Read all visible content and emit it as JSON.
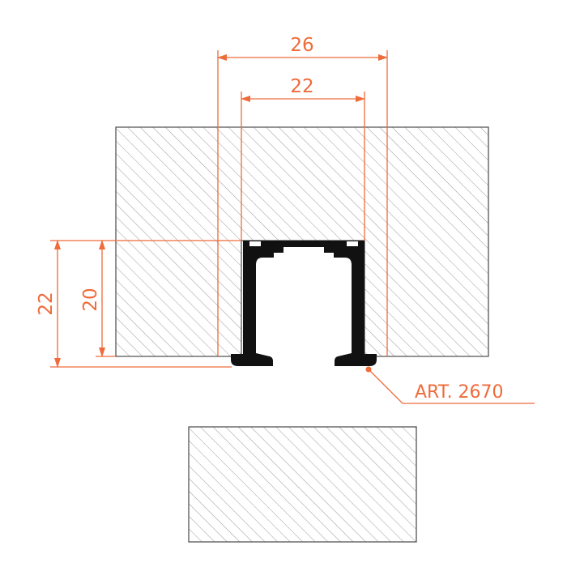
{
  "dimensions": {
    "outer_width": "26",
    "inner_width": "22",
    "outer_height": "22",
    "inner_height": "20"
  },
  "part_label": "ART. 2670",
  "colors": {
    "dimension": "#ef6b3a",
    "outline": "#555555",
    "hatch": "#9a9a9a",
    "profile": "#111111",
    "background": "#ffffff"
  }
}
